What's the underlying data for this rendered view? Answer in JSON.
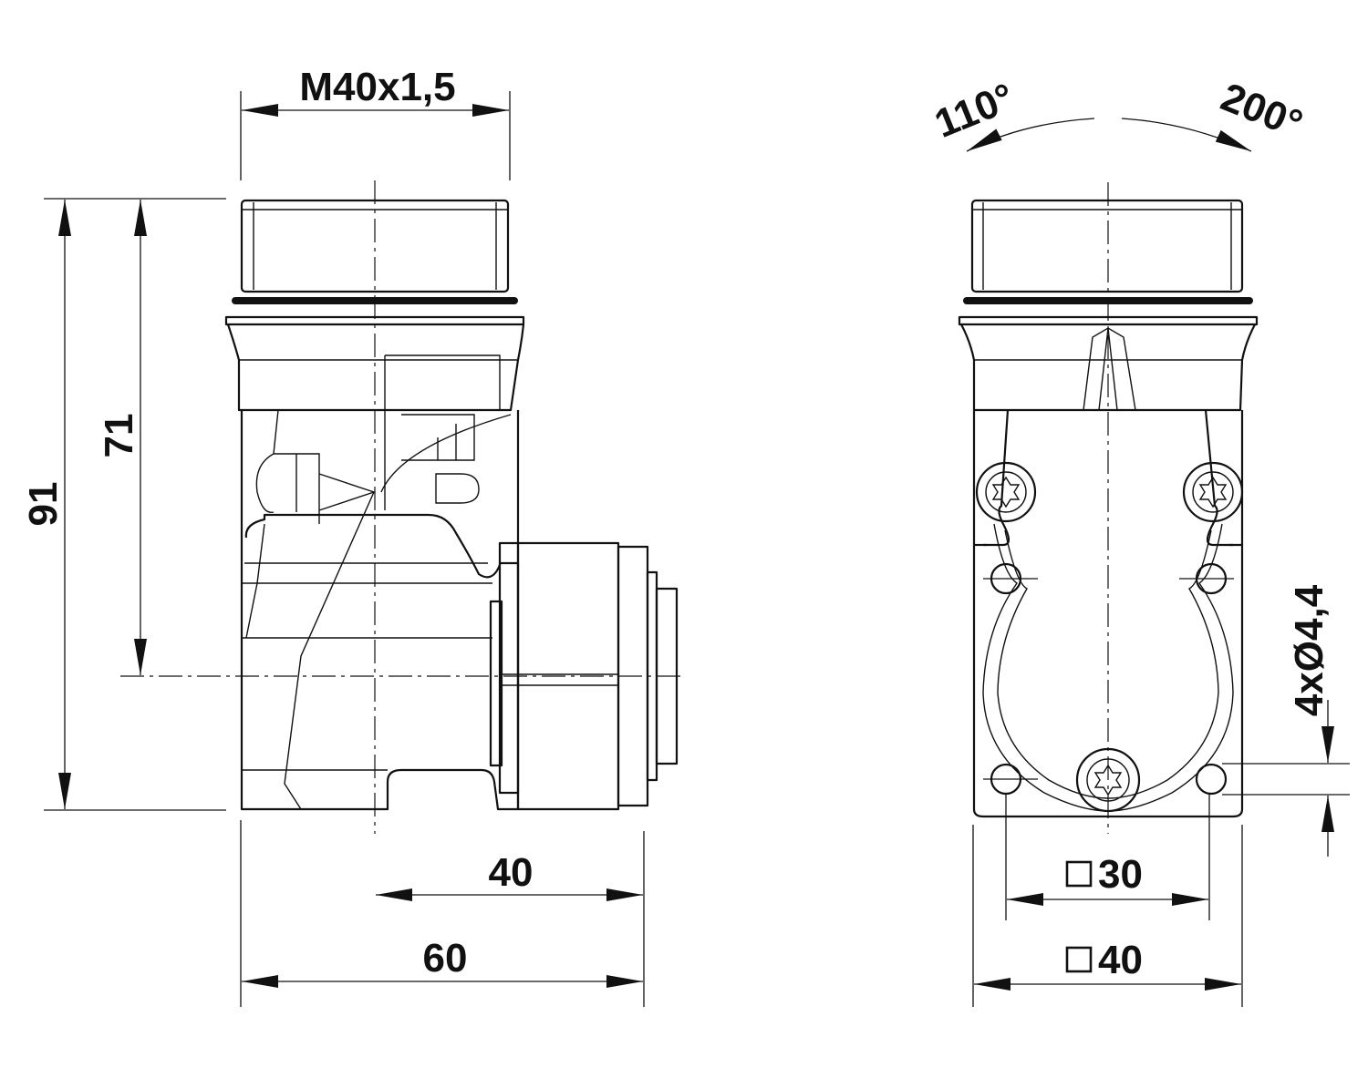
{
  "labels": {
    "thread": "M40x1,5",
    "height_total": "91",
    "height_axis": "71",
    "width_offset": "40",
    "width_total": "60",
    "angle_left": "110°",
    "angle_right": "200°",
    "holes": "4xØ4,4",
    "square_inner": "30",
    "square_outer": "40"
  }
}
